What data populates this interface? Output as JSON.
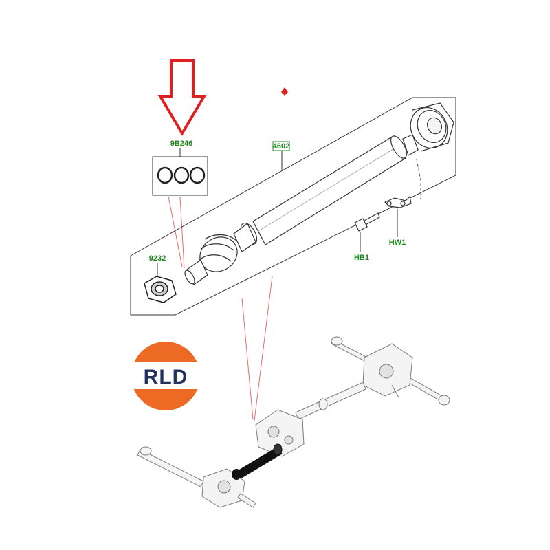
{
  "parts": {
    "ring_kit": "9B246",
    "shaft": "4602",
    "nut": "9232",
    "bolt": "HB1",
    "bracket": "HW1"
  },
  "logo": {
    "text": "RLD"
  },
  "colors": {
    "highlight_arrow": "#e02020",
    "callout_text": "#1e8a1e",
    "leader_red": "#e86a6a",
    "logo_orange": "#ec6a24",
    "logo_blue": "#22315f",
    "line": "#333333"
  }
}
